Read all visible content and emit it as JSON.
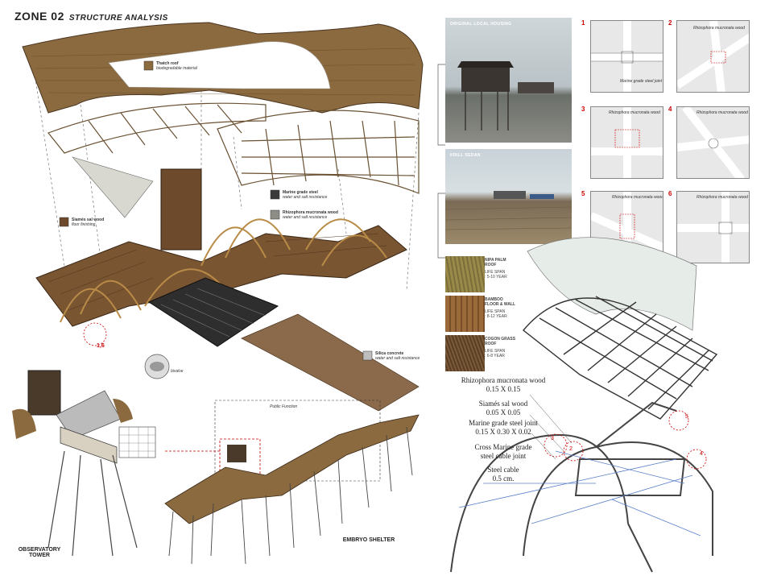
{
  "header": {
    "zone": "ZONE 02",
    "subtitle": "STRUCTURE ANALYSIS"
  },
  "materials_legend": [
    {
      "name": "Thatch roof",
      "desc": "biodegradable material",
      "color": "#8a6a3e"
    },
    {
      "name": "Marine grade steel",
      "desc": "water and salt resistance",
      "color": "#3b3b3b"
    },
    {
      "name": "Rhizophora mucronata wood",
      "desc": "water and salt resistance",
      "color": "#8e8e86"
    },
    {
      "name": "Siamés sal wood",
      "desc": "floor finishing",
      "color": "#6e4a2c"
    },
    {
      "name": "Silica concrete",
      "desc": "water and salt resistance",
      "color": "#bdbdbd"
    }
  ],
  "callouts": {
    "marker": "1,6",
    "bivalve": "bivalve",
    "public_function": "Public Function"
  },
  "photos": [
    {
      "caption": "ORIGINAL LOCAL HOUSING"
    },
    {
      "caption": "KRILL SEDAN"
    }
  ],
  "material_samples": [
    {
      "name": "NIPA PALM\nROOF",
      "life": "LIFE SPAN\n: 5-10 YEAR",
      "color": "#9a8a4a"
    },
    {
      "name": "BAMBOO\nFLOOR & WALL",
      "life": "LIFE SPAN\n: 8-12 YEAR",
      "color": "#9a6a3a"
    },
    {
      "name": "COGON GRASS\nROOF",
      "life": "LIFE SPAN\n: 6-8 YEAR",
      "color": "#7a5a3a"
    }
  ],
  "detail_panels": [
    {
      "num": "1",
      "note": "Marine grade steel joint"
    },
    {
      "num": "2",
      "note": "Rhizophora mucronata wood"
    },
    {
      "num": "3",
      "note": "Rhizophora mucronata wood"
    },
    {
      "num": "4",
      "note": "Rhizophora mucronata wood"
    },
    {
      "num": "5",
      "note": "Rhizophora mucronata wood"
    },
    {
      "num": "6",
      "note": "Rhizophora mucronata wood"
    }
  ],
  "specs": [
    {
      "name": "Rhizophora mucronata wood",
      "size": "0.15 X 0.15"
    },
    {
      "name": "Siamés sal wood",
      "size": "0.05 X 0.05"
    },
    {
      "name": "Marine grade steel joint",
      "size": "0.15 X 0.30 X 0.02"
    },
    {
      "name": "Cross Marine grade",
      "size": "steel cable joint"
    },
    {
      "name": "Steel cable",
      "size": "0.5 cm."
    }
  ],
  "joint_markers": [
    "3",
    "2",
    "5",
    "4"
  ],
  "bottom_labels": {
    "tower1": "OBSERVATORY",
    "tower2": "TOWER",
    "shelter": "EMBRYO SHELTER"
  }
}
